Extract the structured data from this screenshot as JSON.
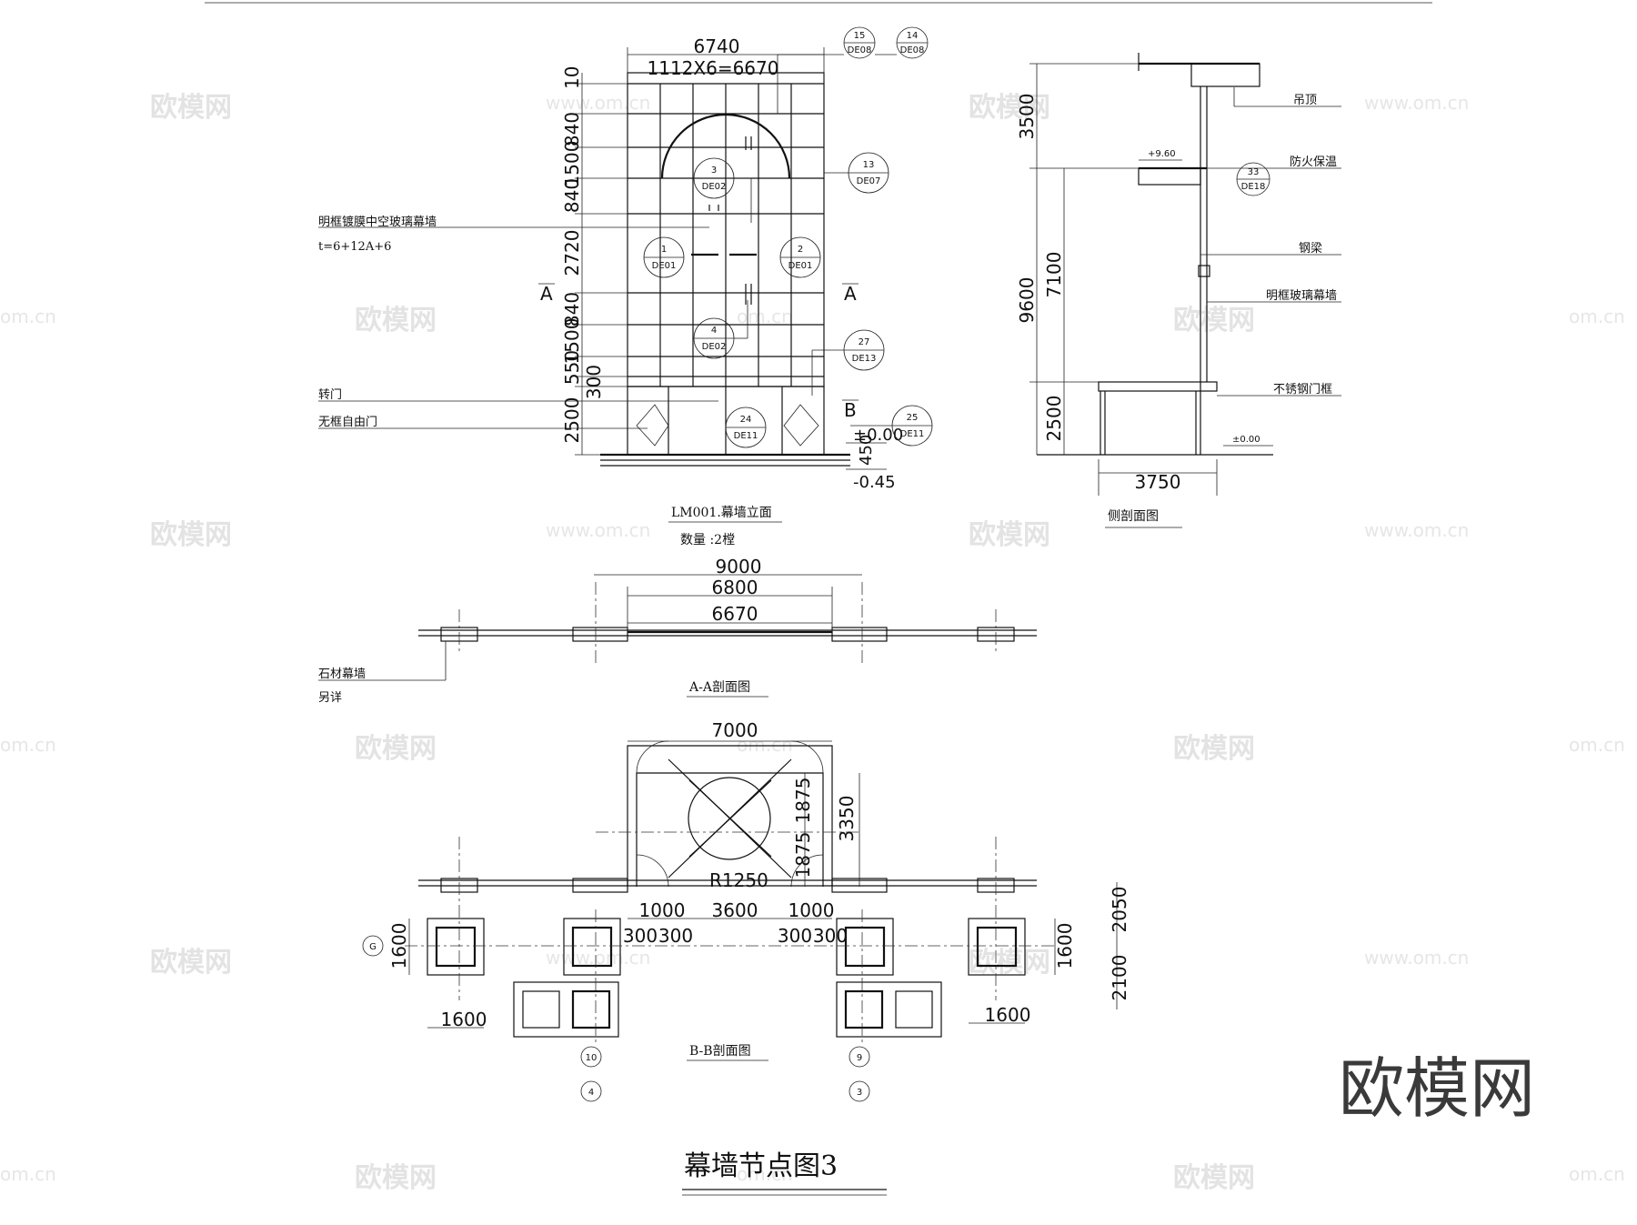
{
  "watermark": {
    "logo": "欧模网",
    "url": "www.om.cn",
    "url_short": "om.cn"
  },
  "brand": {
    "text": "欧模网"
  },
  "sheet_title": "幕墙节点图3",
  "elevation": {
    "caption": "LM001.幕墙立面",
    "quantity": "数量 :2樘",
    "dims_top": [
      "6740",
      "1112X6=6670"
    ],
    "dims_left": [
      "10",
      "840",
      "1500",
      "840",
      "2720",
      "840",
      "1500",
      "550",
      "2500",
      "300"
    ],
    "labels": {
      "glass_wall": "明框镀膜中空玻璃幕墙",
      "glass_spec": "t=6+12A+6",
      "revolving_door": "转门",
      "frameless_door": "无框自由门"
    },
    "section_marks": [
      "A",
      "A",
      "B"
    ],
    "levels": [
      "±0.00",
      "-0.45",
      "450"
    ],
    "bubbles": [
      {
        "n": "15",
        "r": "DE08"
      },
      {
        "n": "14",
        "r": "DE08"
      },
      {
        "n": "3",
        "r": "DE02"
      },
      {
        "n": "13",
        "r": "DE07"
      },
      {
        "n": "1",
        "r": "DE01"
      },
      {
        "n": "2",
        "r": "DE01"
      },
      {
        "n": "4",
        "r": "DE02"
      },
      {
        "n": "27",
        "r": "DE13"
      },
      {
        "n": "24",
        "r": "DE11"
      },
      {
        "n": "25",
        "r": "DE11"
      }
    ]
  },
  "side_section": {
    "caption": "侧剖面图",
    "dims": [
      "3500",
      "9600",
      "7100",
      "2500",
      "3750"
    ],
    "levels": [
      "+9.60",
      "±0.00"
    ],
    "labels": [
      "吊顶",
      "防火保温",
      "钢梁",
      "明框玻璃幕墙",
      "不锈钢门框"
    ],
    "bubble": {
      "n": "33",
      "r": "DE18"
    }
  },
  "section_aa": {
    "caption": "A-A剖面图",
    "dims": [
      "9000",
      "6800",
      "6670"
    ],
    "labels": [
      "石材幕墙",
      "另详"
    ]
  },
  "section_bb": {
    "caption": "B-B剖面图",
    "dims": [
      "7000",
      "1875",
      "1875",
      "3350",
      "R1250",
      "1000",
      "3600",
      "1000",
      "300",
      "300",
      "300",
      "300",
      "1600",
      "1600",
      "1600",
      "1600",
      "2050",
      "2100"
    ],
    "axes": [
      "G",
      "10",
      "9",
      "4",
      "3"
    ]
  }
}
